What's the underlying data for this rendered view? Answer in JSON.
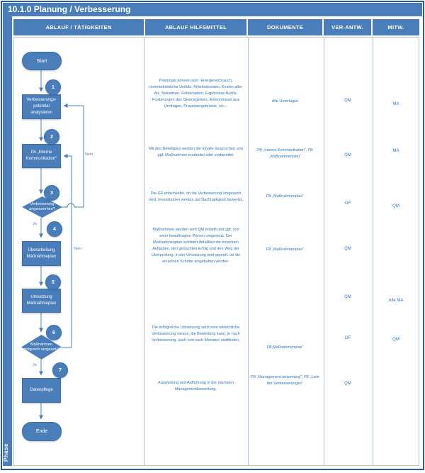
{
  "title": "10.1.0 Planung / Verbesserung",
  "phase_label": "Phase",
  "columns": {
    "c1": "ABLAUF / TÄTIGKEITEN",
    "c2": "ABLAUF HILFSMITTEL",
    "c3": "DOKUMENTE",
    "c4": "VER-ANTW.",
    "c5": "MITW."
  },
  "colors": {
    "accent_blue": "#4a7ebb",
    "shape_border": "#41719c",
    "text_blue": "#2e75b6",
    "grid_line": "#b0c4de"
  },
  "flow": {
    "start": "Start",
    "ende": "Ende",
    "labels": {
      "ja": "Ja",
      "nein": "Nein"
    },
    "steps": [
      {
        "num": "1",
        "type": "process",
        "label": "Verbesserungs-potential analysieren"
      },
      {
        "num": "2",
        "type": "process",
        "label": "PA „Interne Kommunikation“"
      },
      {
        "num": "3",
        "type": "decision",
        "label": "Verbesserung angenommen?"
      },
      {
        "num": "4",
        "type": "process",
        "label": "Überarbeitung Maßnahmeplan"
      },
      {
        "num": "5",
        "type": "process",
        "label": "Umsetzung Maßnahmeplan"
      },
      {
        "num": "6",
        "type": "decision",
        "label": "Maßnahmen erfolgreich umgesetzt?"
      },
      {
        "num": "7",
        "type": "process",
        "label": "Datenpflege"
      }
    ]
  },
  "rows": [
    {
      "hilfsmittel": "Potentiale können sein: Energieverbrauch, innerbetriebliche Unfälle, Arbeitsstunden, Kosten aller Art, Statistiken, Reklamation, Ergebnisse Audits, Forderungen des Gesetzgebers, Erkenntnisse aus Umfragen, Prozessergebnisse, etc...",
      "dokumente": "Alle Unterlagen",
      "verantw": "QM",
      "mitw": "MA"
    },
    {
      "hilfsmittel": "Mit den Beteiligten werden die Inhalte besprochen und ggf. Maßnahmen erarbeitet oder vorbereitet.",
      "dokumente": "PA „Interne Kommunikation“, FB „Maßnahmenplan“",
      "verantw": "QM",
      "mitw": "MA"
    },
    {
      "hilfsmittel": "Die GF entscheidet, ob die Verbesserung umgesetzt wird. Investitionen werden auf Nachhaltigkeit bewertet.",
      "dokumente": "FB „Maßnahmenplan“",
      "verantw": "GF",
      "mitw": "QM"
    },
    {
      "hilfsmittel": "Maßnahmen werden vom QM erstellt und ggf. von einer beauftragten Person umgesetzt. Der Maßnahmenplan schildert detailliert die einzelnen Aufgaben, den gedachten Erfolg und den Weg der Überprüfung. In der Umsetzung wird geprüft, ob die einzelnen Schritte eingehalten werden.",
      "dokumente": "FB „Maßnahmenplan“",
      "verantw": "QM",
      "mitw": ""
    },
    {
      "hilfsmittel": "",
      "dokumente": "",
      "verantw": "QM",
      "mitw": "Alle MA"
    },
    {
      "hilfsmittel": "Die erfolgreiche Umsetzung setzt eine tatsächliche Verbesserung voraus, die Bewertung kann, je nach Verbesserung, auch erst nach Monaten stattfinden.",
      "dokumente": "FB„Maßnahmenplan“",
      "verantw": "GF",
      "mitw": "QM"
    },
    {
      "hilfsmittel": "Auswertung und Aufführung in der nächsten Managementbewertung.",
      "dokumente": "FB „Management-bewertung“, FB „Liste der Verbesserungen“",
      "verantw": "QM",
      "mitw": ""
    }
  ]
}
